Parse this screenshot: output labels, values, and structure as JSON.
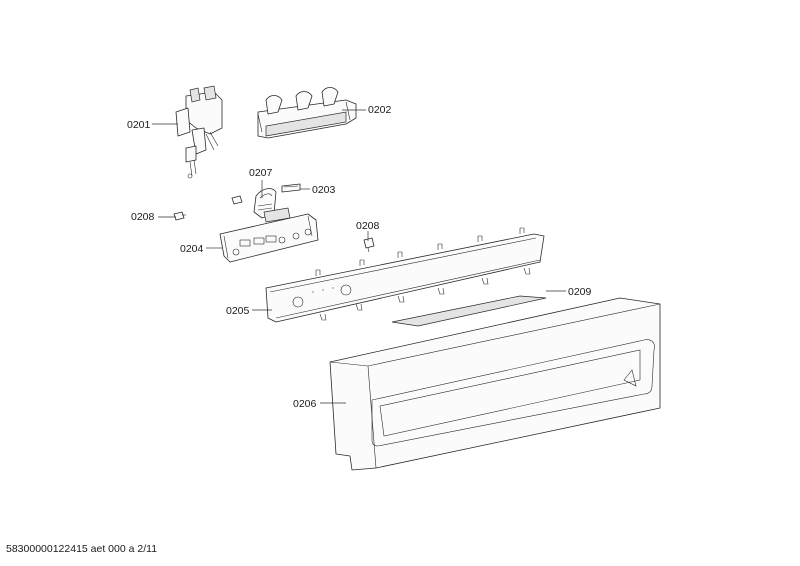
{
  "labels": {
    "p0201": "0201",
    "p0202": "0202",
    "p0203": "0203",
    "p0204": "0204",
    "p0205": "0205",
    "p0206": "0206",
    "p0207": "0207",
    "p0208a": "0208",
    "p0208b": "0208",
    "p0209": "0209"
  },
  "footer": "58300000122415 aet 000 a 2/11"
}
